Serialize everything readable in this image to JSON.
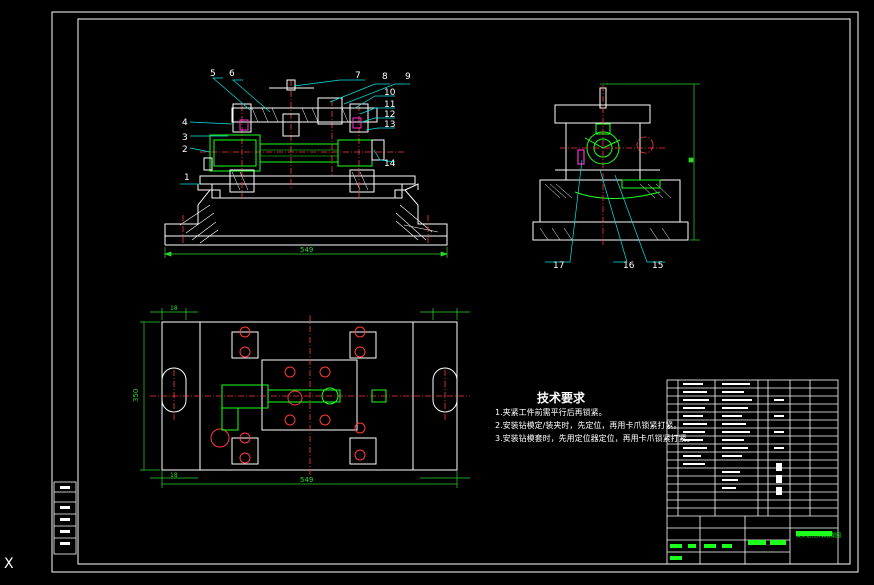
{
  "part_labels": [
    "1",
    "2",
    "3",
    "4",
    "5",
    "6",
    "7",
    "8",
    "9",
    "10",
    "11",
    "12",
    "13",
    "14",
    "15",
    "16",
    "17"
  ],
  "dimensions": {
    "front_width": "549",
    "plan_width": "549",
    "plan_height": "350",
    "plan_slot_top": "18",
    "plan_slot_bottom": "18"
  },
  "tech_requirements": {
    "title": "技术要求",
    "lines": [
      "1.夹紧工件前需平行后再锁紧。",
      "2.安装钻模定/装夹时，先定位，再用卡爪锁紧打紧。",
      "3.安装钻模套时，先用定位器定位，再用卡爪锁紧打紧。"
    ]
  },
  "title_block": {
    "drawing_name": "拨叉钻孔夹具装配图"
  },
  "colors": {
    "background": "#000000",
    "frame": "#ffffff",
    "outline": "#ffffff",
    "center": "#ff3b3b",
    "part_green": "#1cff1c",
    "leader_cyan": "#00e5e5",
    "dim_green": "#2bd62b",
    "magenta": "#ff2bd6"
  }
}
